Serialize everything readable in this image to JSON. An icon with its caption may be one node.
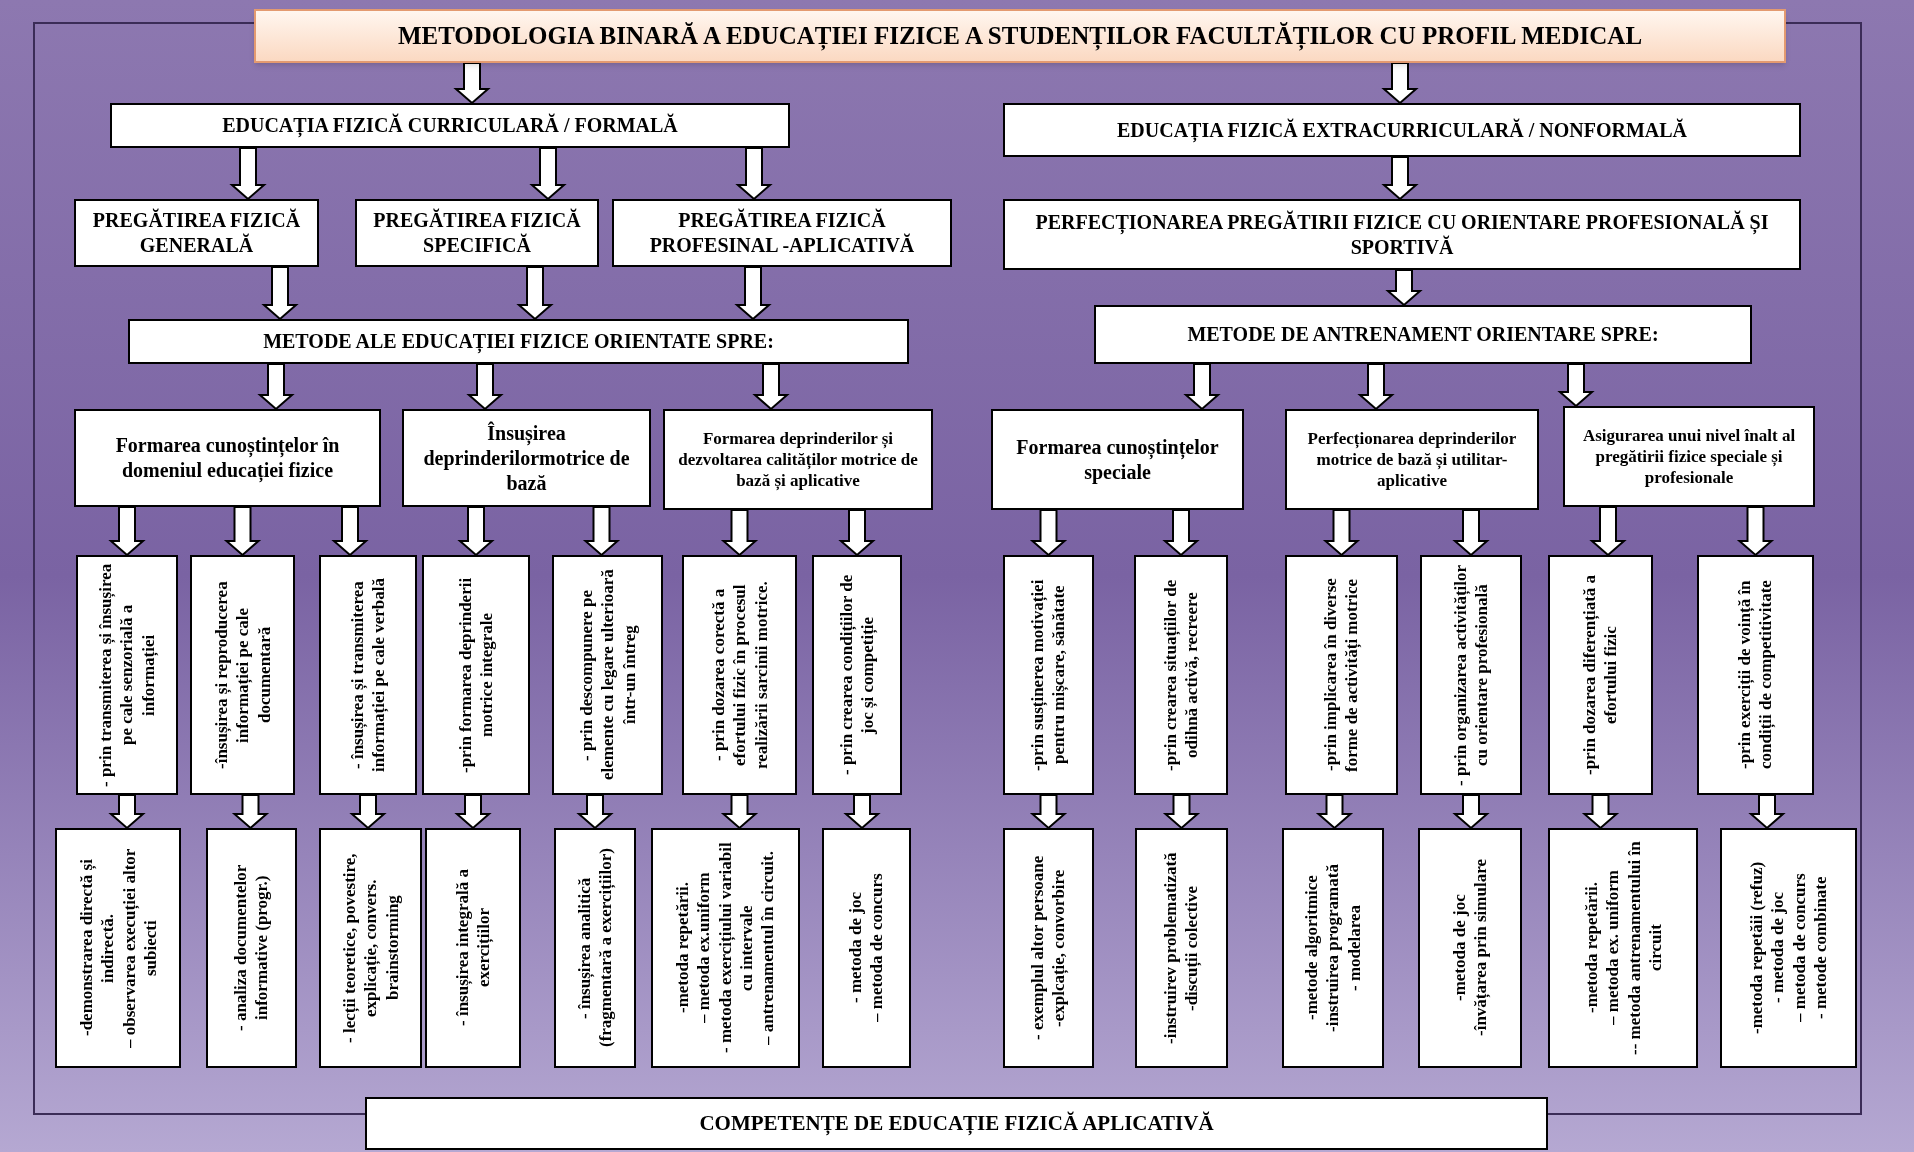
{
  "diagram": {
    "nodes": [
      {
        "text": [
          "METODOLOGIA BINARĂ A EDUCAȚIEI FIZICE A STUDENȚILOR FACULTĂȚILOR CU PROFIL MEDICAL"
        ]
      },
      {
        "text": [
          "EDUCAȚIA FIZICĂ CURRICULARĂ / FORMALĂ"
        ]
      },
      {
        "text": [
          "EDUCAȚIA FIZICĂ EXTRACURRICULARĂ / NONFORMALĂ"
        ]
      },
      {
        "text": [
          "PREGĂTIREA FIZICĂ GENERALĂ"
        ]
      },
      {
        "text": [
          "PREGĂTIREA FIZICĂ SPECIFICĂ"
        ]
      },
      {
        "text": [
          "PREGĂTIREA FIZICĂ PROFESINAL -APLICATIVĂ"
        ]
      },
      {
        "text": [
          "PERFECȚIONAREA PREGĂTIRII FIZICE CU ORIENTARE PROFESIONALĂ ȘI SPORTIVĂ"
        ]
      },
      {
        "text": [
          "METODE ALE EDUCAȚIEI FIZICE ORIENTATE SPRE:"
        ]
      },
      {
        "text": [
          "METODE DE ANTRENAMENT ORIENTARE SPRE:"
        ]
      },
      {
        "text": [
          "Formarea cunoștințelor în domeniul educației fizice"
        ]
      },
      {
        "text": [
          "Însușirea deprinderilormotrice de bază"
        ]
      },
      {
        "text": [
          "Formarea deprinderilor și dezvoltarea calităților motrice de bază și aplicative"
        ]
      },
      {
        "text": [
          "Formarea cunoștințelor speciale"
        ]
      },
      {
        "text": [
          "Perfecționarea deprinderilor motrice de bază și utilitar-aplicative"
        ]
      },
      {
        "text": [
          "Asigurarea unui nivel înalt al pregătirii fizice speciale și profesionale"
        ]
      },
      {
        "text": [
          "- prin transmiterea și însușirea pe cale senzorială a informației"
        ]
      },
      {
        "text": [
          "-însușirea și reproducerea informației pe cale documentară"
        ]
      },
      {
        "text": [
          "- însușirea și transmiterea informației pe cale verbală"
        ]
      },
      {
        "text": [
          "-prin formarea deprinderii motrice integrale"
        ]
      },
      {
        "text": [
          "- prin descompunere pe elemente cu legare ulterioară într-un întreg"
        ]
      },
      {
        "text": [
          "- prin dozarea corectă a efortului fizic în procesul realizării sarcinii motrice."
        ]
      },
      {
        "text": [
          "- prin crearea condițiilor de joc și competiție"
        ]
      },
      {
        "text": [
          "-prin susținerea motivației pentru mișcare, sănătate"
        ]
      },
      {
        "text": [
          "-prin crearea situațiilor de odihnă activă, recreere"
        ]
      },
      {
        "text": [
          "-prin implicarea în diverse forme de activități motrice"
        ]
      },
      {
        "text": [
          "- prin organizarea activităților cu orientare profesională"
        ]
      },
      {
        "text": [
          "-prin dozarea diferențiată a efortului fizic"
        ]
      },
      {
        "text": [
          "-prin exerciții de voință în condiții de competitivitate"
        ]
      },
      {
        "text": [
          "-demonstrarea directă și indirectă.",
          "– observarea execuției altor subiecti"
        ]
      },
      {
        "text": [
          "- analiza documentelor informative (progr.)"
        ]
      },
      {
        "text": [
          "- lecții teoretice, povestire, explicație, convers. brainstorming"
        ]
      },
      {
        "text": [
          "- însușirea integrală a exercițiilor"
        ]
      },
      {
        "text": [
          "- însușirea analitică (fragmentară a exercițiilor)"
        ]
      },
      {
        "text": [
          "-metoda repetării.",
          "– metoda ex.uniform",
          "- metoda exercițiului variabil cu intervale",
          "– antrenamentul în circuit."
        ]
      },
      {
        "text": [
          "- metoda de joc",
          "– metoda de concurs"
        ]
      },
      {
        "text": [
          "- exemplul altor persoane",
          "-explcație, convorbire"
        ]
      },
      {
        "text": [
          "-instruirev problematizată",
          "-discuții colective"
        ]
      },
      {
        "text": [
          "-metode algoritmice",
          "-instruirea programată",
          "- modelarea"
        ]
      },
      {
        "text": [
          "-metoda de joc",
          "-învățarea prin simulare"
        ]
      },
      {
        "text": [
          "-metoda repetării.",
          "– metoda ex. uniform",
          "-- metoda antrenamentului în circuit"
        ]
      },
      {
        "text": [
          "-metoda repetăii (refuz)",
          "- metoda de joc",
          "– metoda de concurs",
          "- metode combinate"
        ]
      },
      {
        "text": [
          "COMPETENȚE DE EDUCAȚIE FIZICĂ APLICATIVĂ"
        ]
      }
    ],
    "edges": [
      {
        "from": 0,
        "to": 1,
        "arrow": "to"
      },
      {
        "from": 0,
        "to": 2,
        "arrow": "to"
      },
      {
        "from": 1,
        "to": 3,
        "arrow": "to"
      },
      {
        "from": 1,
        "to": 4,
        "arrow": "to"
      },
      {
        "from": 1,
        "to": 5,
        "arrow": "to"
      },
      {
        "from": 2,
        "to": 6,
        "arrow": "to"
      },
      {
        "from": 3,
        "to": 7,
        "arrow": "to"
      },
      {
        "from": 4,
        "to": 7,
        "arrow": "to"
      },
      {
        "from": 5,
        "to": 7,
        "arrow": "to"
      },
      {
        "from": 6,
        "to": 8,
        "arrow": "to"
      },
      {
        "from": 7,
        "to": 9,
        "arrow": "to"
      },
      {
        "from": 7,
        "to": 10,
        "arrow": "to"
      },
      {
        "from": 7,
        "to": 11,
        "arrow": "to"
      },
      {
        "from": 8,
        "to": 12,
        "arrow": "to"
      },
      {
        "from": 8,
        "to": 13,
        "arrow": "to"
      },
      {
        "from": 8,
        "to": 14,
        "arrow": "to"
      },
      {
        "from": 9,
        "to": 15,
        "arrow": "to"
      },
      {
        "from": 9,
        "to": 16,
        "arrow": "to"
      },
      {
        "from": 9,
        "to": 17,
        "arrow": "to"
      },
      {
        "from": 10,
        "to": 18,
        "arrow": "to"
      },
      {
        "from": 10,
        "to": 19,
        "arrow": "to"
      },
      {
        "from": 11,
        "to": 20,
        "arrow": "to"
      },
      {
        "from": 11,
        "to": 21,
        "arrow": "to"
      },
      {
        "from": 12,
        "to": 22,
        "arrow": "to"
      },
      {
        "from": 12,
        "to": 23,
        "arrow": "to"
      },
      {
        "from": 13,
        "to": 24,
        "arrow": "to"
      },
      {
        "from": 13,
        "to": 25,
        "arrow": "to"
      },
      {
        "from": 14,
        "to": 26,
        "arrow": "to"
      },
      {
        "from": 14,
        "to": 27,
        "arrow": "to"
      },
      {
        "from": 15,
        "to": 28,
        "arrow": "to"
      },
      {
        "from": 16,
        "to": 29,
        "arrow": "to"
      },
      {
        "from": 17,
        "to": 30,
        "arrow": "to"
      },
      {
        "from": 18,
        "to": 31,
        "arrow": "to"
      },
      {
        "from": 19,
        "to": 32,
        "arrow": "to"
      },
      {
        "from": 20,
        "to": 33,
        "arrow": "to"
      },
      {
        "from": 21,
        "to": 34,
        "arrow": "to"
      },
      {
        "from": 22,
        "to": 35,
        "arrow": "to"
      },
      {
        "from": 23,
        "to": 36,
        "arrow": "to"
      },
      {
        "from": 24,
        "to": 37,
        "arrow": "to"
      },
      {
        "from": 25,
        "to": 38,
        "arrow": "to"
      },
      {
        "from": 26,
        "to": 39,
        "arrow": "to"
      },
      {
        "from": 27,
        "to": 40,
        "arrow": "to"
      }
    ]
  }
}
